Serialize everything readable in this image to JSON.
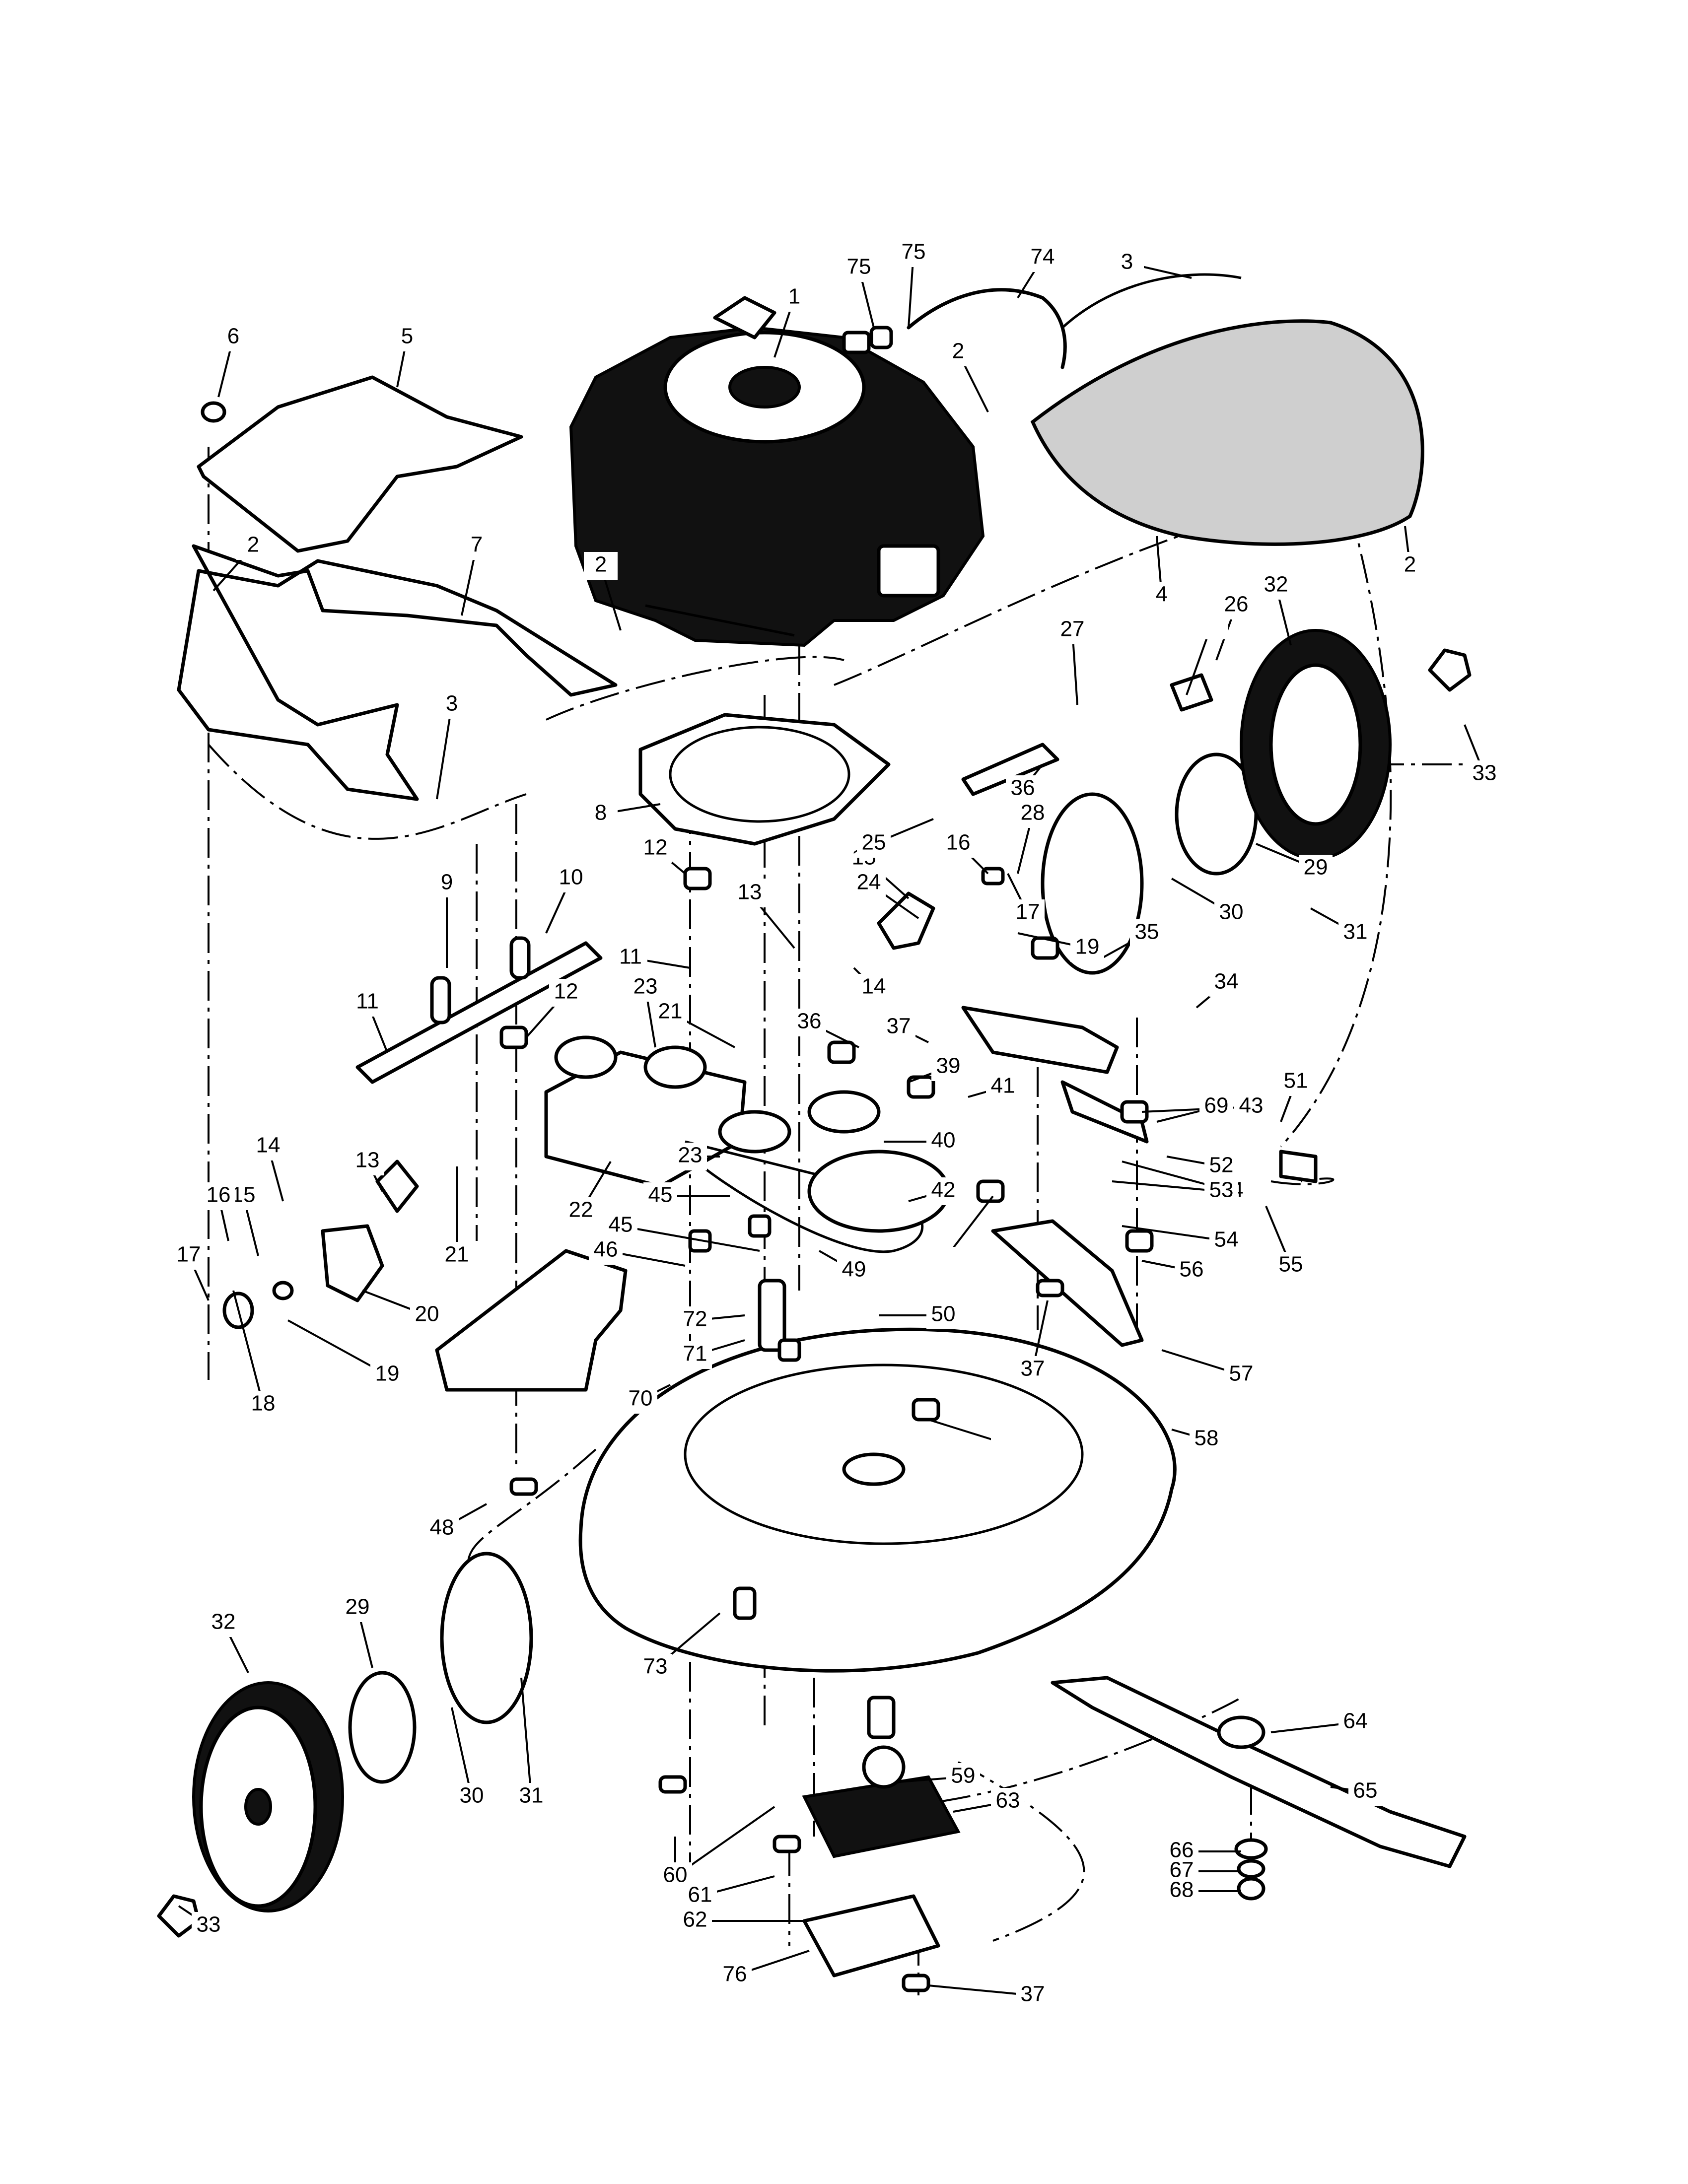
{
  "diagram": {
    "type": "exploded-parts-view",
    "part_labels": [
      "1",
      "2",
      "3",
      "4",
      "5",
      "6",
      "7",
      "8",
      "9",
      "10",
      "11",
      "12",
      "13",
      "14",
      "15",
      "16",
      "17",
      "18",
      "19",
      "20",
      "21",
      "22",
      "23",
      "24",
      "25",
      "26",
      "27",
      "28",
      "29",
      "30",
      "31",
      "32",
      "33",
      "34",
      "35",
      "36",
      "37",
      "39",
      "40",
      "41",
      "42",
      "43",
      "44",
      "45",
      "46",
      "48",
      "49",
      "50",
      "51",
      "52",
      "53",
      "54",
      "55",
      "56",
      "57",
      "58",
      "59",
      "60",
      "61",
      "62",
      "63",
      "64",
      "65",
      "66",
      "67",
      "68",
      "69",
      "70",
      "71",
      "72",
      "73",
      "74",
      "75",
      "76"
    ]
  }
}
